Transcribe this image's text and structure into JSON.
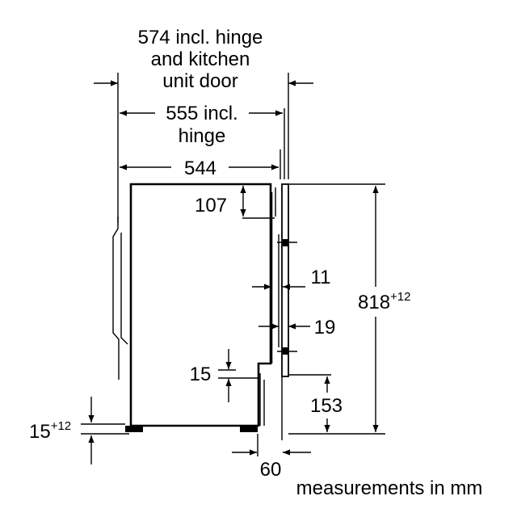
{
  "diagram": {
    "dimensions": {
      "d574_line1": "574 incl. hinge",
      "d574_line2": "and kitchen",
      "d574_line3": "unit door",
      "d555_line1": "555 incl.",
      "d555_line2": "hinge",
      "d544": "544",
      "d107": "107",
      "d11": "11",
      "d19": "19",
      "d15": "15",
      "d153": "153",
      "d818_base": "818",
      "d818_sup": "+12",
      "d15f_base": "15",
      "d15f_sup": "+12",
      "d60": "60"
    },
    "footer": "measurements in mm"
  }
}
